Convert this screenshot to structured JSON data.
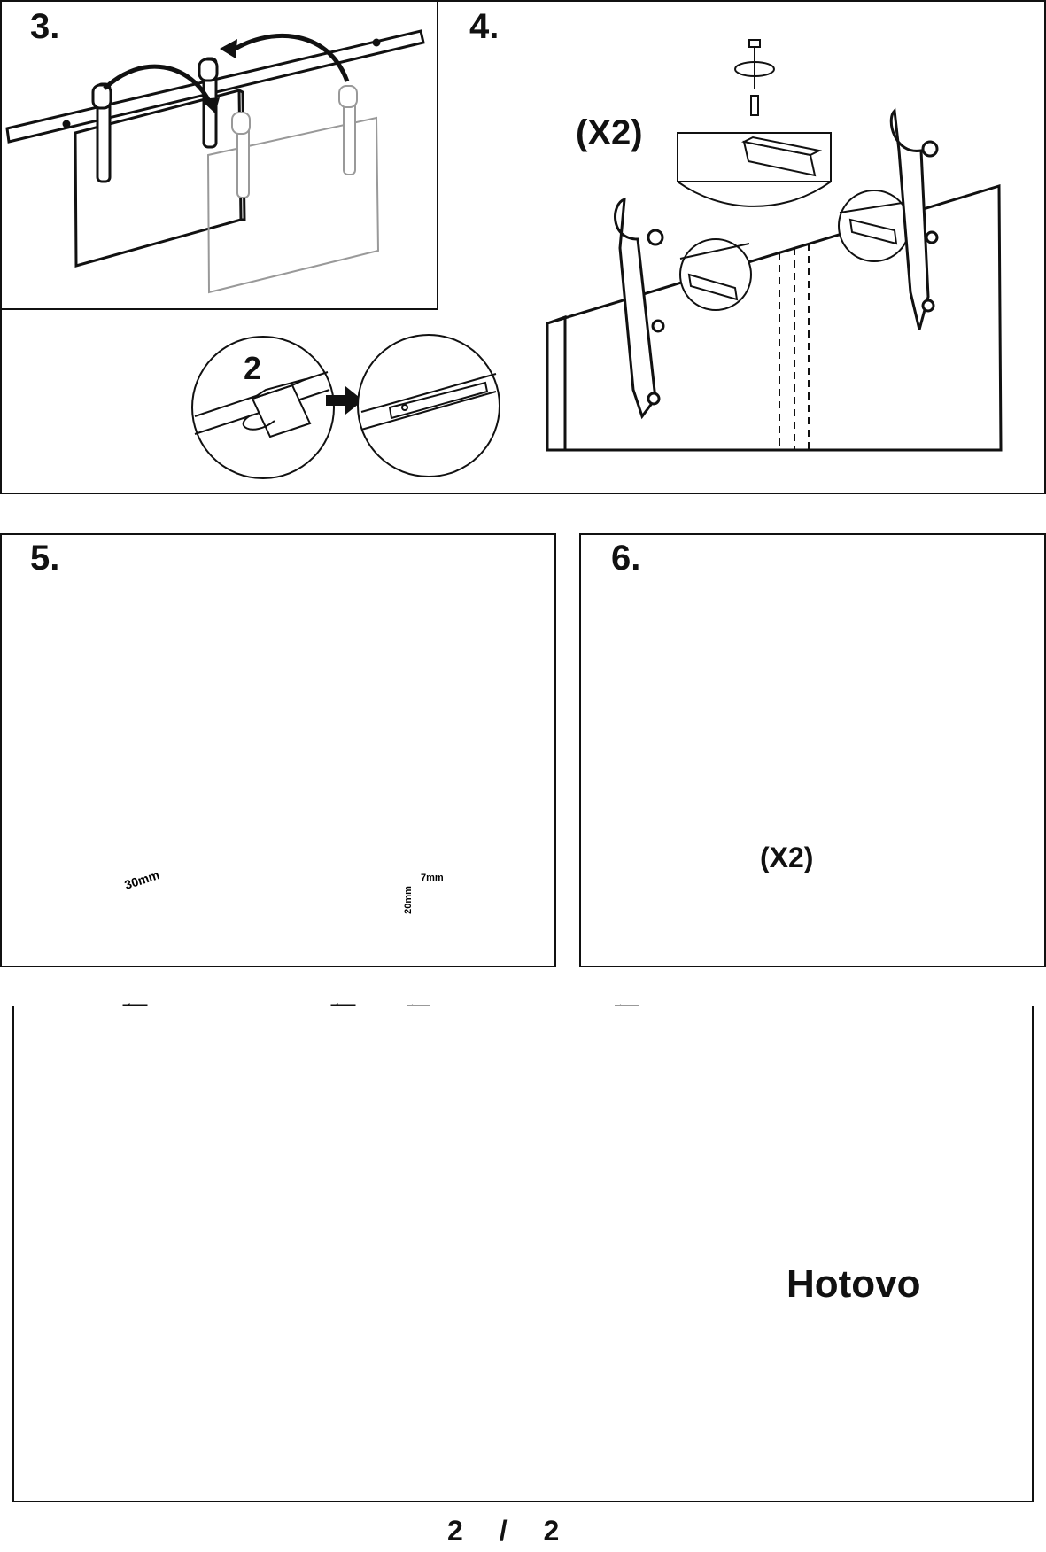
{
  "steps": {
    "step3": {
      "number": "3.",
      "callout_count": "2"
    },
    "step4": {
      "number": "4.",
      "multiplier": "(X2)"
    },
    "step5": {
      "number": "5.",
      "dim_offset": "30mm",
      "dim_gap": "7mm",
      "dim_depth": "20mm"
    },
    "step6": {
      "number": "6.",
      "multiplier": "(X2)"
    }
  },
  "final": {
    "label": "Hotovo"
  },
  "footer": {
    "page": "2",
    "separator": "/",
    "total": "2"
  }
}
